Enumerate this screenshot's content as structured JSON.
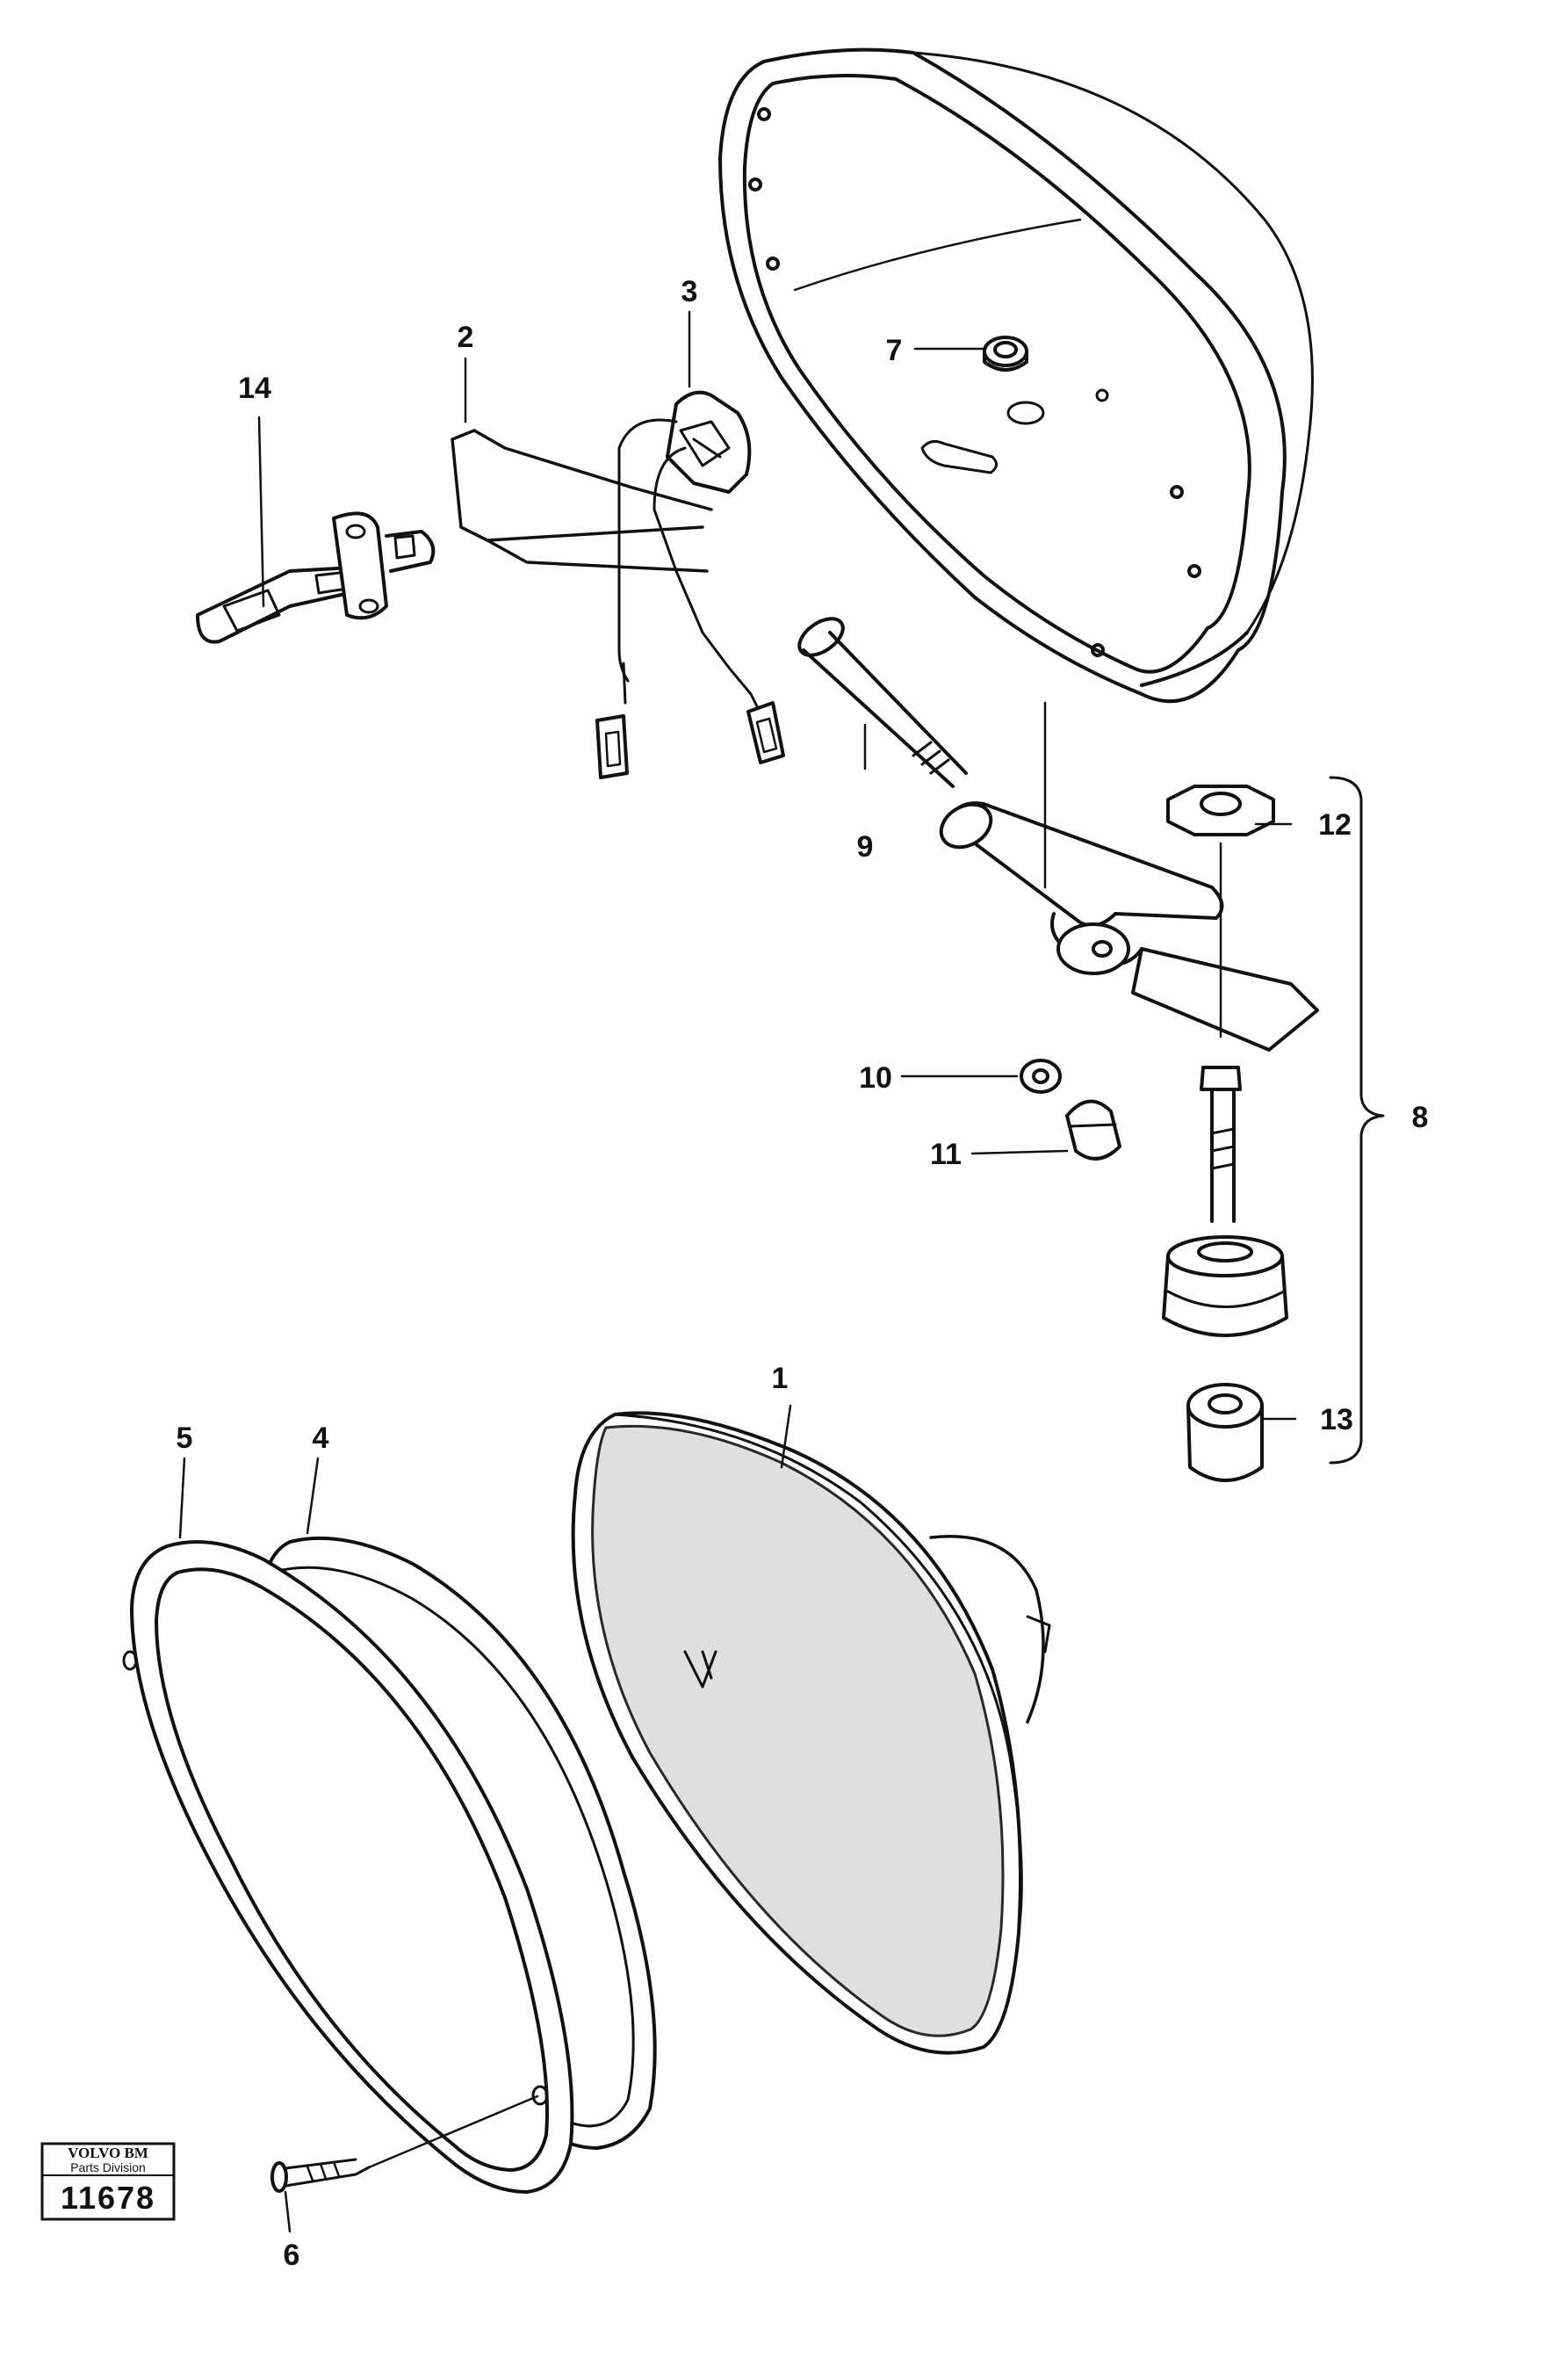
{
  "callouts": {
    "c1": "1",
    "c2": "2",
    "c3": "3",
    "c4": "4",
    "c5": "5",
    "c6": "6",
    "c7": "7",
    "c8": "8",
    "c9": "9",
    "c10": "10",
    "c11": "11",
    "c12": "12",
    "c13": "13",
    "c14": "14"
  },
  "stamp": {
    "brand": "VOLVO BM",
    "division": "Parts Division",
    "number": "11678"
  },
  "colors": {
    "ink": "#111111",
    "paper": "#ffffff",
    "shade": "#dcdcdc"
  }
}
